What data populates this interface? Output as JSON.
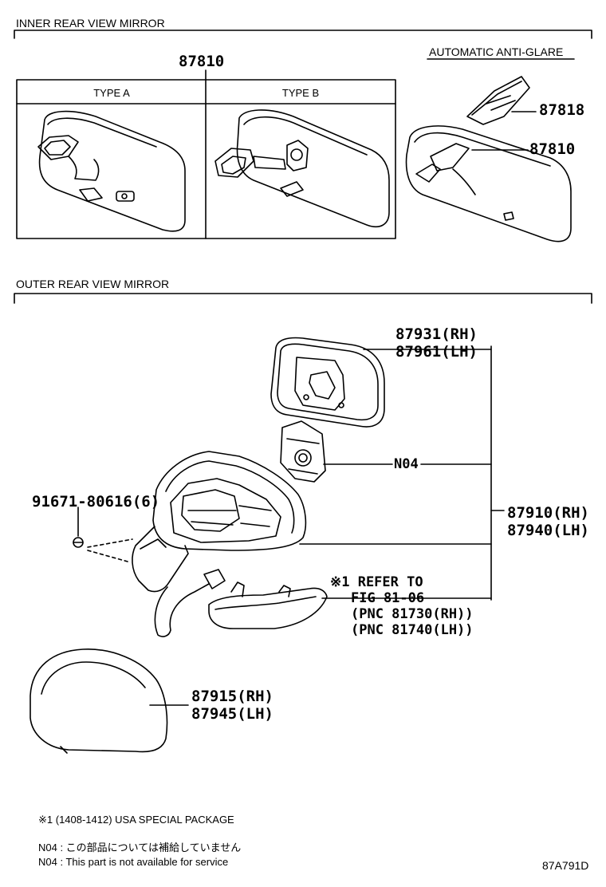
{
  "inner_section": {
    "title": "INNER REAR VIEW MIRROR",
    "main_part": "87810",
    "type_a": "TYPE A",
    "type_b": "TYPE B",
    "anti_glare_title": "AUTOMATIC ANTI-GLARE",
    "anti_glare_parts": [
      "87818",
      "87810"
    ]
  },
  "outer_section": {
    "title": "OUTER REAR VIEW MIRROR",
    "glass_parts": [
      "87931(RH)",
      "87961(LH)"
    ],
    "n04_label": "N04",
    "screw_part": "91671-80616(6)",
    "assy_parts": [
      "87910(RH)",
      "87940(LH)"
    ],
    "refer_lines": [
      "※1 REFER TO",
      "FIG 81-06",
      "(PNC 81730(RH))",
      "(PNC 81740(LH))"
    ],
    "cover_parts": [
      "87915(RH)",
      "87945(LH)"
    ]
  },
  "footnotes": {
    "special_package": "※1 (1408-1412) USA SPECIAL PACKAGE",
    "n04_jp": "N04 :  この部品については補給していません",
    "n04_en": "N04 :  This part is not available for service"
  },
  "diagram_code": "87A791D"
}
